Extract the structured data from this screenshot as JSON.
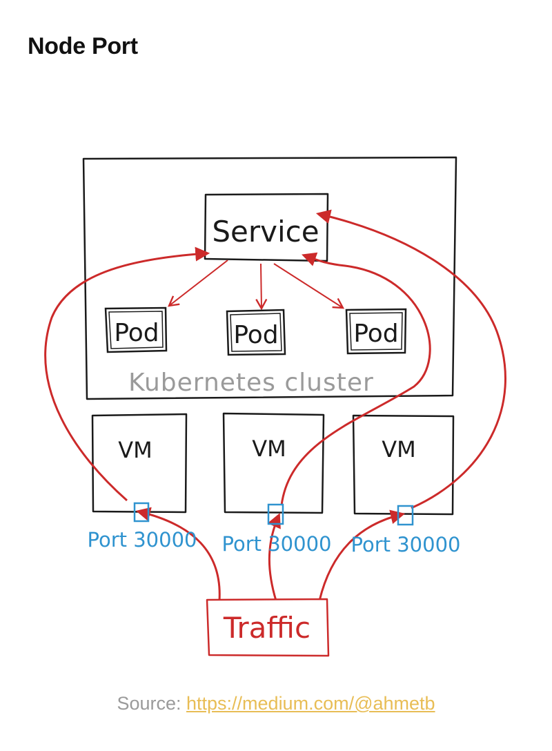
{
  "page": {
    "title": "Node Port"
  },
  "diagram": {
    "service_label": "Service",
    "pods": [
      {
        "label": "Pod"
      },
      {
        "label": "Pod"
      },
      {
        "label": "Pod"
      }
    ],
    "cluster_label": "Kubernetes cluster",
    "vms": [
      {
        "label": "VM",
        "port_label": "Port 30000"
      },
      {
        "label": "VM",
        "port_label": "Port 30000"
      },
      {
        "label": "VM",
        "port_label": "Port 30000"
      }
    ],
    "traffic_label": "Traffic",
    "colors": {
      "ink": "#1a1a1a",
      "arrow": "#cc2a2a",
      "port": "#2f93cf",
      "cluster_label": "#9a9a9a"
    }
  },
  "footer": {
    "source_prefix": "Source: ",
    "source_link": "https://medium.com/@ahmetb"
  }
}
